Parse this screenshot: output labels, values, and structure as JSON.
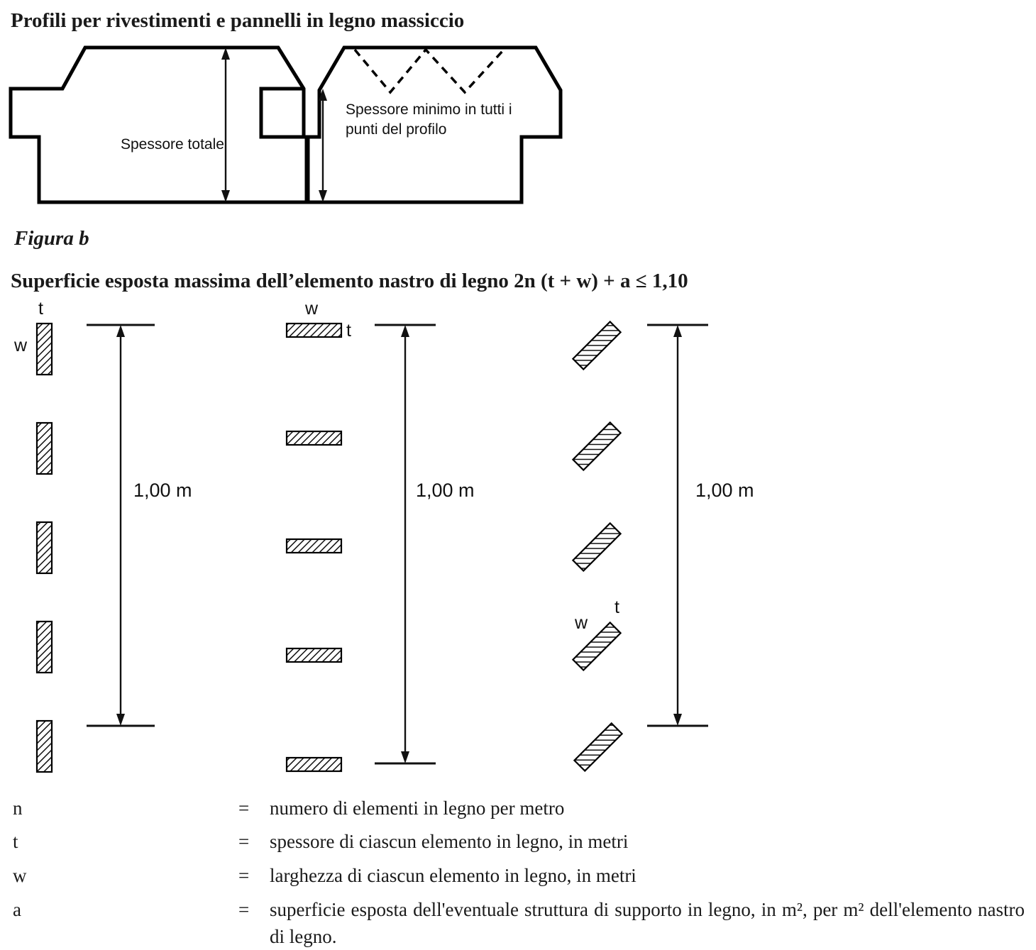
{
  "doc": {
    "title_profiles": "Profili per rivestimenti e pannelli in legno massiccio",
    "figure_caption": "Figura b",
    "title_surface": "Superficie esposta massima dell’elemento nastro di legno 2n (t + w) + a ≤ 1,10"
  },
  "profile": {
    "label_total": "Spessore totale",
    "label_min_line1": "Spessore minimo in tutti i",
    "label_min_line2": "punti del profilo"
  },
  "diagrams": {
    "vertical": {
      "t_label": "t",
      "w_label": "w",
      "dimension": "1,00 m"
    },
    "horizontal": {
      "w_label": "w",
      "t_label": "t",
      "dimension": "1,00 m"
    },
    "diagonal": {
      "w_label": "w",
      "t_label": "t",
      "dimension": "1,00 m"
    }
  },
  "legend": {
    "rows": [
      {
        "symbol": "n",
        "equals": "=",
        "definition": "numero di elementi in legno per metro"
      },
      {
        "symbol": "t",
        "equals": "=",
        "definition": "spessore di ciascun elemento in legno, in metri"
      },
      {
        "symbol": "w",
        "equals": "=",
        "definition": "larghezza di ciascun elemento in legno, in metri"
      },
      {
        "symbol": "a",
        "equals": "=",
        "definition": "superficie esposta dell'eventuale struttura di supporto in legno, in m², per m² dell'elemento nastro di legno."
      }
    ]
  },
  "colors": {
    "ink": "#1a1a1a",
    "background": "#ffffff",
    "stroke": "#000000"
  }
}
